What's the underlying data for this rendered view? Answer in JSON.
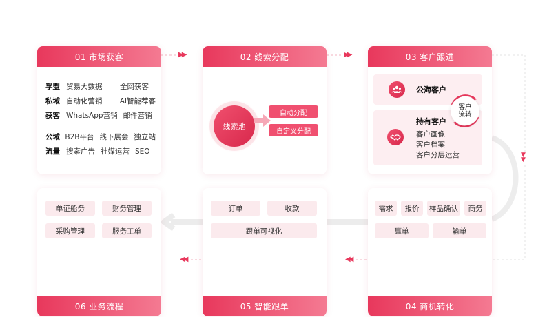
{
  "steps": {
    "s1": {
      "title": "01 市场获客",
      "rows": [
        {
          "key": "孚盟",
          "a": "贸易大数据",
          "b": "全网获客"
        },
        {
          "key": "私域",
          "a": "自动化营销",
          "b": "AI智能荐客"
        },
        {
          "key": "获客",
          "a": "WhatsApp营销",
          "b": "邮件营销"
        },
        {
          "key": "公域",
          "a": "B2B平台",
          "b": "线下展会",
          "c": "独立站"
        },
        {
          "key": "流量",
          "a": "搜索广告",
          "b": "社媒运营",
          "c": "SEO"
        }
      ]
    },
    "s2": {
      "title": "02 线索分配",
      "pool": "线索池",
      "auto": "自动分配",
      "custom": "自定义分配"
    },
    "s3": {
      "title": "03 客户跟进",
      "public": "公海客户",
      "private": "持有客户",
      "private_items": [
        "客户画像",
        "客户档案",
        "客户分层运营"
      ],
      "turn_line1": "客户",
      "turn_line2": "流转"
    },
    "s4": {
      "title": "04 商机转化",
      "tags": [
        "需求",
        "报价",
        "样品确认",
        "商务",
        "赢单",
        "输单"
      ]
    },
    "s5": {
      "title": "05 智能跟单",
      "tags": [
        "订单",
        "收款",
        "跟单可视化"
      ]
    },
    "s6": {
      "title": "06 业务流程",
      "tags": [
        "单证船务",
        "财务管理",
        "采购管理",
        "服务工单"
      ]
    }
  },
  "colors": {
    "accent": "#e8385c",
    "accent_light": "#f47a92",
    "tag_bg": "#fbeaed"
  }
}
